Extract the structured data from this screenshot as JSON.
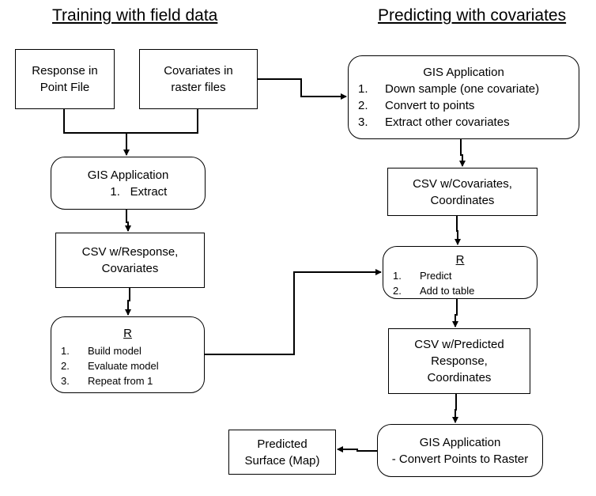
{
  "titles": {
    "left": "Training with field data",
    "right": "Predicting with covariates"
  },
  "boxes": {
    "response_point": [
      "Response in",
      "Point File"
    ],
    "covariates_raster": [
      "Covariates in",
      "raster files"
    ],
    "gis_extract": {
      "title": "GIS Application",
      "items": [
        {
          "num": "1.",
          "text": "Extract"
        }
      ]
    },
    "csv_response": [
      "CSV w/Response,",
      "Covariates"
    ],
    "r_model": {
      "title": "R",
      "items": [
        {
          "num": "1.",
          "text": "Build model"
        },
        {
          "num": "2.",
          "text": "Evaluate model"
        },
        {
          "num": "3.",
          "text": "Repeat from 1"
        }
      ]
    },
    "gis_prep": {
      "title": "GIS Application",
      "items": [
        {
          "num": "1.",
          "text": "Down sample (one covariate)"
        },
        {
          "num": "2.",
          "text": "Convert to points"
        },
        {
          "num": "3.",
          "text": "Extract other covariates"
        }
      ]
    },
    "csv_covariates": [
      "CSV w/Covariates,",
      "Coordinates"
    ],
    "r_predict": {
      "title": "R",
      "items": [
        {
          "num": "1.",
          "text": "Predict"
        },
        {
          "num": "2.",
          "text": "Add to table"
        }
      ]
    },
    "csv_predicted": [
      "CSV w/Predicted",
      "Response,",
      "Coordinates"
    ],
    "gis_raster": [
      "GIS Application",
      "- Convert Points to Raster"
    ],
    "predicted_surface": [
      "Predicted",
      "Surface (Map)"
    ]
  }
}
